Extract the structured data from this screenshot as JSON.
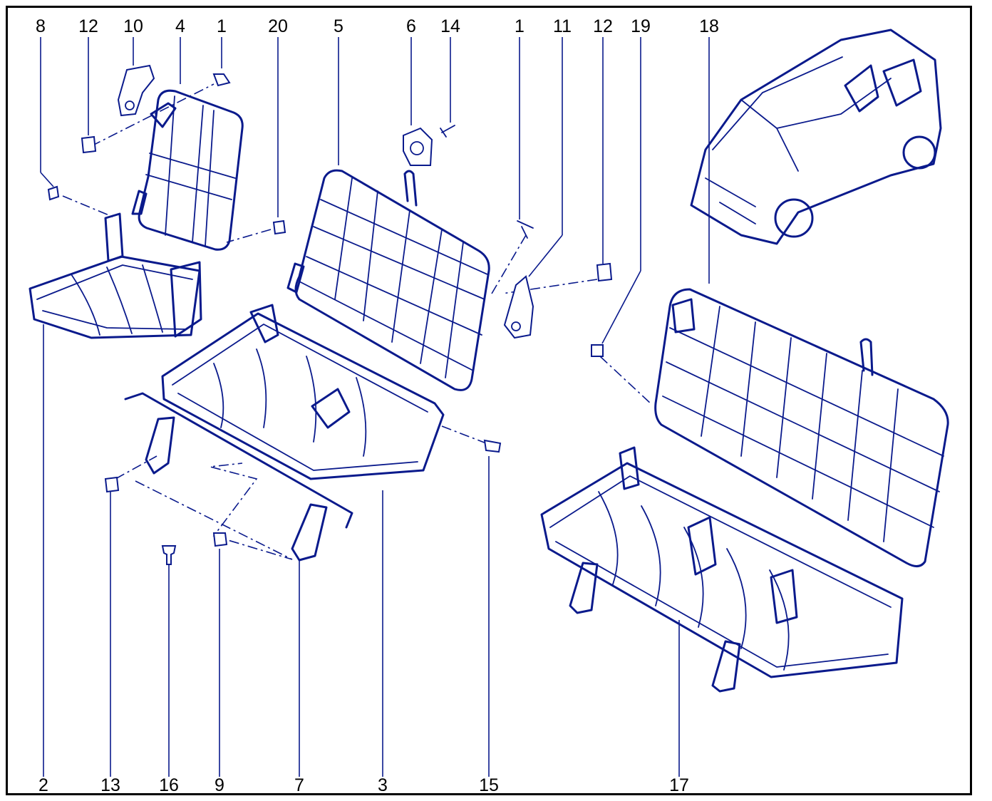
{
  "colors": {
    "line": "#0a1a8c",
    "label": "#000000",
    "frame": "#000000",
    "background": "#ffffff"
  },
  "labels": {
    "top": [
      "8",
      "12",
      "10",
      "4",
      "1",
      "20",
      "5",
      "6",
      "14",
      "1",
      "11",
      "12",
      "19",
      "18"
    ],
    "bottom": [
      "2",
      "13",
      "16",
      "9",
      "7",
      "3",
      "15",
      "17"
    ]
  }
}
